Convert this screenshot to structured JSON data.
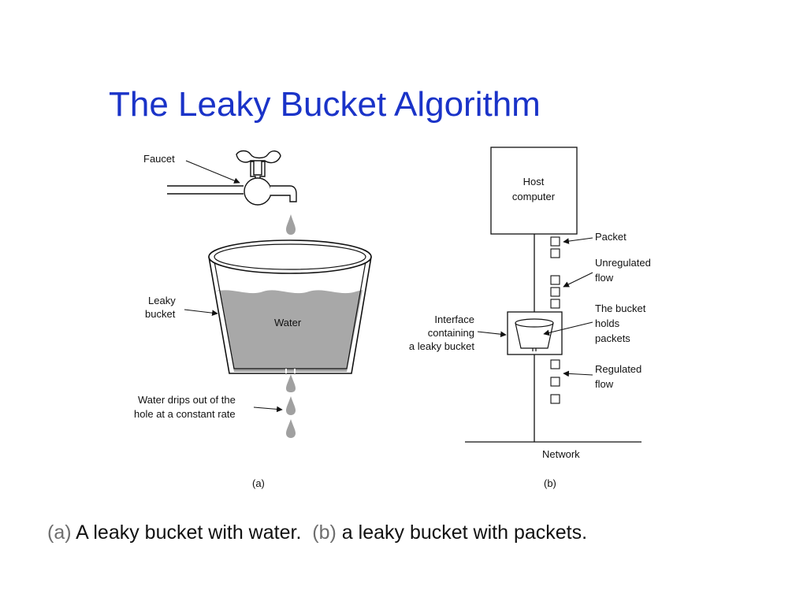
{
  "slide": {
    "title": "The Leaky Bucket Algorithm"
  },
  "panel_a": {
    "faucet_label": "Faucet",
    "bucket_label_1": "Leaky",
    "bucket_label_2": "bucket",
    "water_label": "Water",
    "drip_label_1": "Water drips out of the",
    "drip_label_2": "hole at a constant rate",
    "sublabel": "(a)"
  },
  "panel_b": {
    "host_label_1": "Host",
    "host_label_2": "computer",
    "packet_label": "Packet",
    "unregulated_label_1": "Unregulated",
    "unregulated_label_2": "flow",
    "bucket_holds_1": "The bucket",
    "bucket_holds_2": "holds",
    "bucket_holds_3": "packets",
    "interface_label_1": "Interface",
    "interface_label_2": "containing",
    "interface_label_3": "a leaky bucket",
    "regulated_label_1": "Regulated",
    "regulated_label_2": "flow",
    "network_label": "Network",
    "sublabel": "(b)"
  },
  "caption": {
    "a_tag": "(a)",
    "a_text": " A leaky bucket with water.  ",
    "b_tag": "(b)",
    "b_text": " a leaky bucket with packets."
  },
  "colors": {
    "title": "#1a33c8",
    "water": "#a8a8a8",
    "drop": "#a0a0a0",
    "caption_tag": "#6f6f6f"
  }
}
